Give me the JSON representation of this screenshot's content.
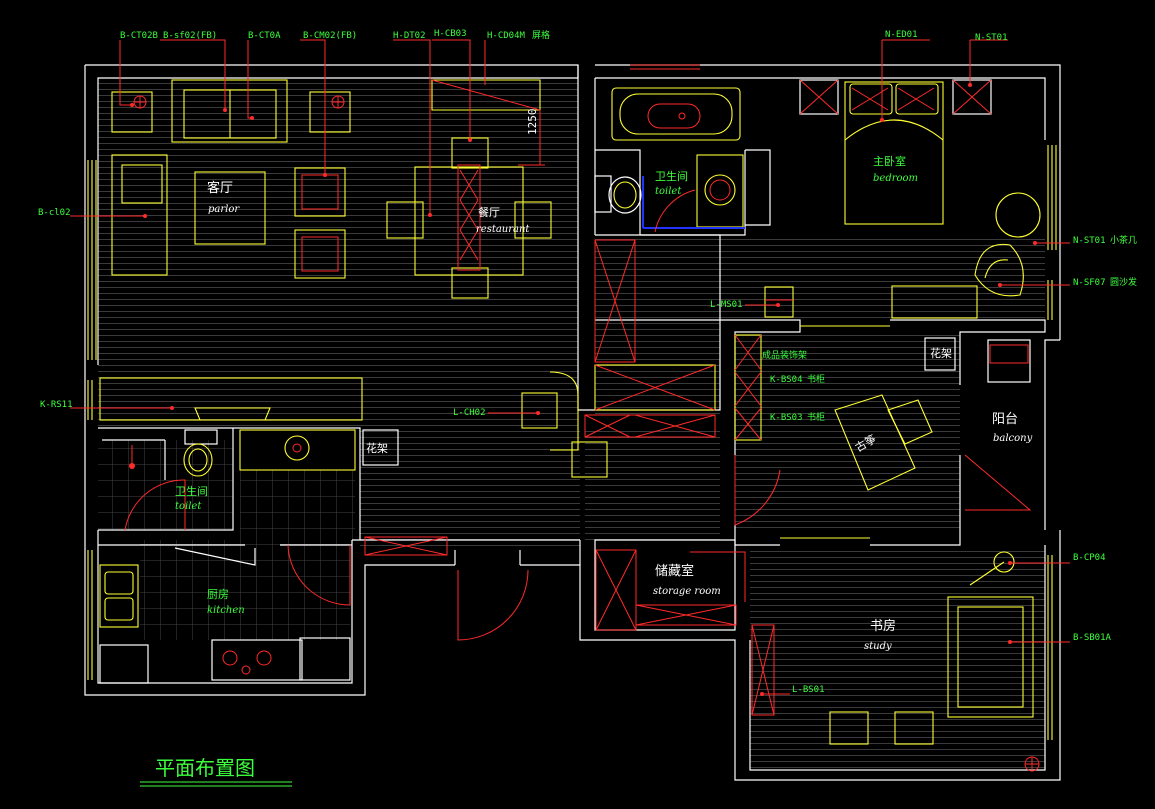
{
  "drawing": {
    "title": "平面布置图",
    "dimension": "1250",
    "colors": {
      "wall": "#ffffff",
      "furniture": "#ffff33",
      "leader": "#ff2a2a",
      "label": "#3cff3c",
      "door": "#ff2a2a",
      "glass": "#33ffff"
    }
  },
  "rooms": {
    "parlor": {
      "cn": "客厅",
      "en": "parlor"
    },
    "restaurant": {
      "cn": "餐厅",
      "en": "restaurant"
    },
    "toilet1": {
      "cn": "卫生间",
      "en": "toilet"
    },
    "bedroom": {
      "cn": "主卧室",
      "en": "bedroom"
    },
    "toilet2": {
      "cn": "卫生间",
      "en": "toilet"
    },
    "kitchen": {
      "cn": "厨房",
      "en": "kitchen"
    },
    "balcony": {
      "cn": "阳台",
      "en": "balcony"
    },
    "storage": {
      "cn": "储藏室",
      "en": "storage room"
    },
    "study": {
      "cn": "书房",
      "en": "study"
    },
    "guzheng": "古筝",
    "flower1": "花架",
    "flower2": "花架"
  },
  "labels": {
    "ct02b": "B-CT02B",
    "sf02": "B-sf02(FB)",
    "ct0a": "B-CT0A",
    "cm02": "B-CM02(FB)",
    "dt02": "H-DT02",
    "cb03": "H-CB03",
    "cd04m": "H-CD04M",
    "cd04m_cn": "屏格",
    "ed01": "N-ED01",
    "st01_top": "N-ST01",
    "cl02": "B-cl02",
    "st01_right": "N-ST01",
    "st01_right_cn": "小茶几",
    "sf07": "N-SF07",
    "sf07_cn": "圆沙发",
    "ms01": "L-MS01",
    "rs11": "K-RS11",
    "ch02": "L-CH02",
    "display_cn": "成品装饰架",
    "bs04": "K-BS04",
    "bs04_cn": "书柜",
    "bs03": "K-BS03",
    "bs03_cn": "书柜",
    "cp04": "B-CP04",
    "sb01a": "B-SB01A",
    "bs01": "L-BS01"
  }
}
